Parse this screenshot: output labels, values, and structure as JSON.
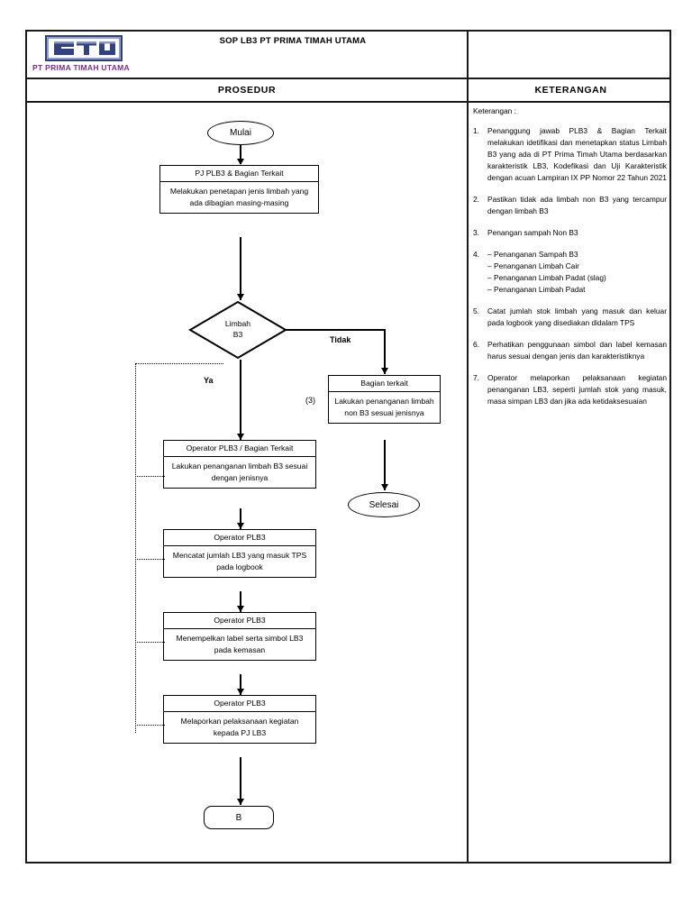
{
  "header": {
    "title": "SOP LB3 PT PRIMA TIMAH UTAMA",
    "logo_caption": "PT PRIMA TIMAH UTAMA",
    "logo_mark_text": "PTU",
    "logo_border_color": "#2f3f7a",
    "logo_caption_color": "#7b2d8b",
    "right_cell_text": ""
  },
  "columns": {
    "left_header": "PROSEDUR",
    "right_header": "KETERANGAN"
  },
  "flow": {
    "start": "Mulai",
    "end": "Selesai",
    "connector_b": "B",
    "decision": {
      "line1": "Limbah",
      "line2": "B3"
    },
    "label_ya": "Ya",
    "label_tidak": "Tidak",
    "label_three": "(3)",
    "steps": [
      {
        "role": "PJ PLB3 & Bagian Terkait",
        "action": "Melakukan penetapan jenis limbah yang ada dibagian masing-masing"
      },
      {
        "role": "Bagian terkait",
        "action": "Lakukan penanganan limbah non B3 sesuai jenisnya"
      },
      {
        "role": "Operator PLB3 / Bagian Terkait",
        "action": "Lakukan penanganan limbah B3 sesuai dengan jenisnya"
      },
      {
        "role": "Operator PLB3",
        "action": "Mencatat jumlah LB3 yang masuk TPS pada logbook"
      },
      {
        "role": "Operator PLB3",
        "action": "Menempelkan label serta simbol LB3 pada kemasan"
      },
      {
        "role": "Operator PLB3",
        "action": "Melaporkan pelaksanaan kegiatan kepada PJ LB3"
      }
    ]
  },
  "keterangan": {
    "intro": "Keterangan :",
    "items": [
      {
        "num": "1.",
        "text": "Penanggung jawab PLB3 & Bagian Terkait melakukan idetifikasi dan menetapkan status Limbah B3 yang ada di PT Prima Timah Utama berdasarkan karakteristik LB3, Kodefikasi dan Uji Karakteristik dengan acuan Lampiran IX PP Nomor 22 Tahun 2021"
      },
      {
        "num": "2.",
        "text": "Pastikan tidak ada limbah non B3 yang tercampur dengan limbah B3"
      },
      {
        "num": "3.",
        "text": "Penangan sampah Non B3"
      },
      {
        "num": "4.",
        "text": "",
        "sublines": [
          "– Penanganan Sampah B3",
          "– Penanganan Limbah Cair",
          "– Penanganan Limbah Padat (slag)",
          "– Penanganan Limbah Padat"
        ]
      },
      {
        "num": "5.",
        "text": "Catat jumlah stok limbah yang masuk dan keluar pada logbook yang disediakan didalam TPS"
      },
      {
        "num": "6.",
        "text": "Perhatikan penggunaan simbol dan label kemasan harus sesuai dengan jenis dan karakteristiknya"
      },
      {
        "num": "7.",
        "text": "Operator melaporkan pelaksanaan kegiatan penanganan LB3, seperti jumlah stok yang masuk, masa simpan LB3 dan jika ada ketidaksesuaian"
      }
    ]
  }
}
